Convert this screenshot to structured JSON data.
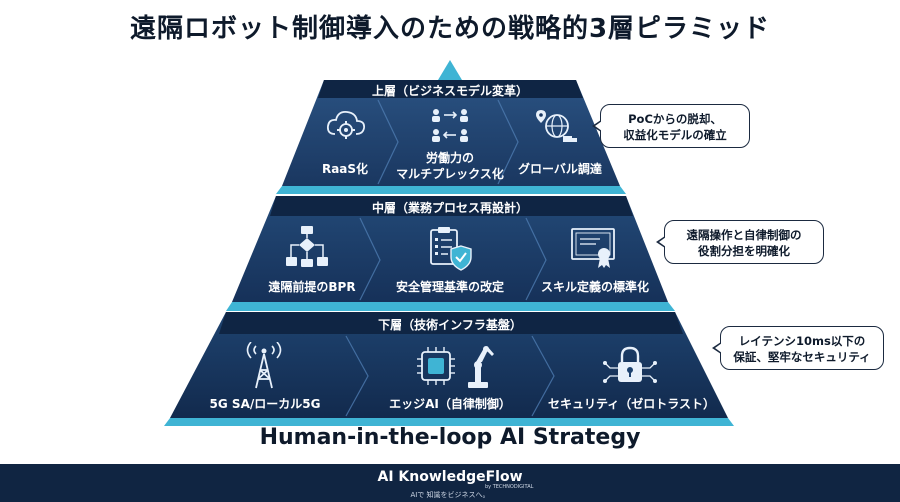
{
  "title": "遠隔ロボット制御導入のための戦略的3層ピラミッド",
  "layers": [
    {
      "header": "上層（ビジネスモデル変革）",
      "items": [
        {
          "label": "RaaS化",
          "icon": "cloud-gear-icon"
        },
        {
          "label": "労働力の\nマルチプレックス化",
          "icon": "workforce-exchange-icon"
        },
        {
          "label": "グローバル調達",
          "icon": "globe-delivery-icon"
        }
      ],
      "callout": "PoCからの脱却、\n収益化モデルの確立"
    },
    {
      "header": "中層（業務プロセス再設計）",
      "items": [
        {
          "label": "遠隔前提のBPR",
          "icon": "flowchart-icon"
        },
        {
          "label": "安全管理基準の改定",
          "icon": "checklist-shield-icon"
        },
        {
          "label": "スキル定義の標準化",
          "icon": "certificate-icon"
        }
      ],
      "callout": "遠隔操作と自律制御の\n役割分担を明確化"
    },
    {
      "header": "下層（技術インフラ基盤）",
      "items": [
        {
          "label": "5G SA/ローカル5G",
          "icon": "antenna-tower-icon"
        },
        {
          "label": "エッジAI（自律制御）",
          "icon": "ai-chip-robot-arm-icon"
        },
        {
          "label": "セキュリティ（ゼロトラスト）",
          "icon": "padlock-network-icon"
        }
      ],
      "callout": "レイテンシ10ms以下の\n保証、堅牢なセキュリティ"
    }
  ],
  "strategy": "Human-in-the-loop AI Strategy",
  "footer": {
    "brand": "AI KnowledgeFlow",
    "byline": "by TECHNODIGITAL",
    "tagline": "AIで 知識をビジネスへ。"
  },
  "colors": {
    "navy_dark": "#13294a",
    "navy_mid": "#1d3d66",
    "navy_light": "#2a5282",
    "accent_cyan": "#3fb4d4",
    "footer": "#102542"
  }
}
